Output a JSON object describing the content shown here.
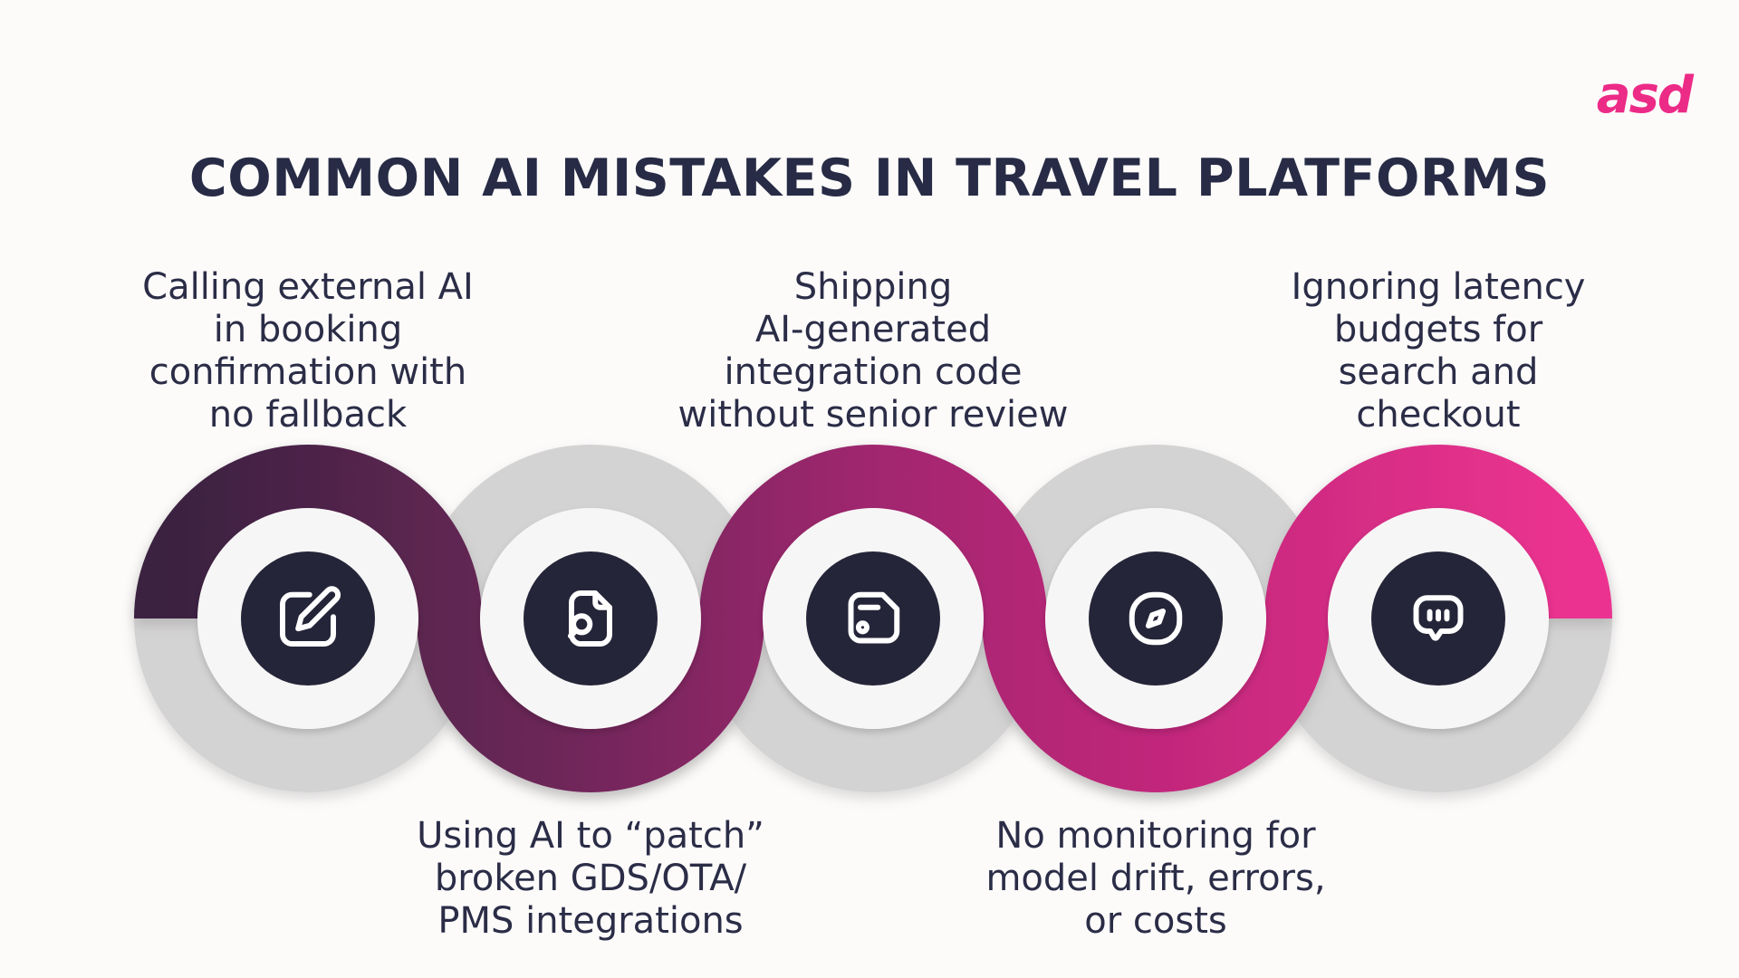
{
  "title": "COMMON AI MISTAKES IN TRAVEL PLATFORMS",
  "logo": "asd",
  "steps": [
    {
      "icon": "edit-icon",
      "label_position": "top",
      "label_lines": [
        "Calling external AI",
        "in booking",
        "confirmation with",
        "no fallback"
      ]
    },
    {
      "icon": "file-search-icon",
      "label_position": "bottom",
      "label_lines": [
        "Using AI to “patch”",
        "broken GDS/OTA/",
        "PMS integrations"
      ]
    },
    {
      "icon": "save-icon",
      "label_position": "top",
      "label_lines": [
        "Shipping",
        "AI-generated",
        "integration code",
        "without senior review"
      ]
    },
    {
      "icon": "compass-icon",
      "label_position": "bottom",
      "label_lines": [
        "No monitoring for",
        "model drift, errors,",
        "or costs"
      ]
    },
    {
      "icon": "chat-bubble-icon",
      "label_position": "top",
      "label_lines": [
        "Ignoring latency",
        "budgets for",
        "search and",
        "checkout"
      ]
    }
  ],
  "colors": {
    "background": "#fcfbfa",
    "title_color": "#272b45",
    "label_color": "#2b2d47",
    "logo_pink": "#ec2b87",
    "ribbon_gradient": [
      "#3a2140",
      "#6e2859",
      "#a1256f",
      "#c4287c",
      "#ec3390"
    ],
    "ring_gray": "#d4d3d3",
    "inner_circle": "#f7f6f6",
    "icon_badge": "#252539",
    "icon_stroke": "#ffffff"
  }
}
